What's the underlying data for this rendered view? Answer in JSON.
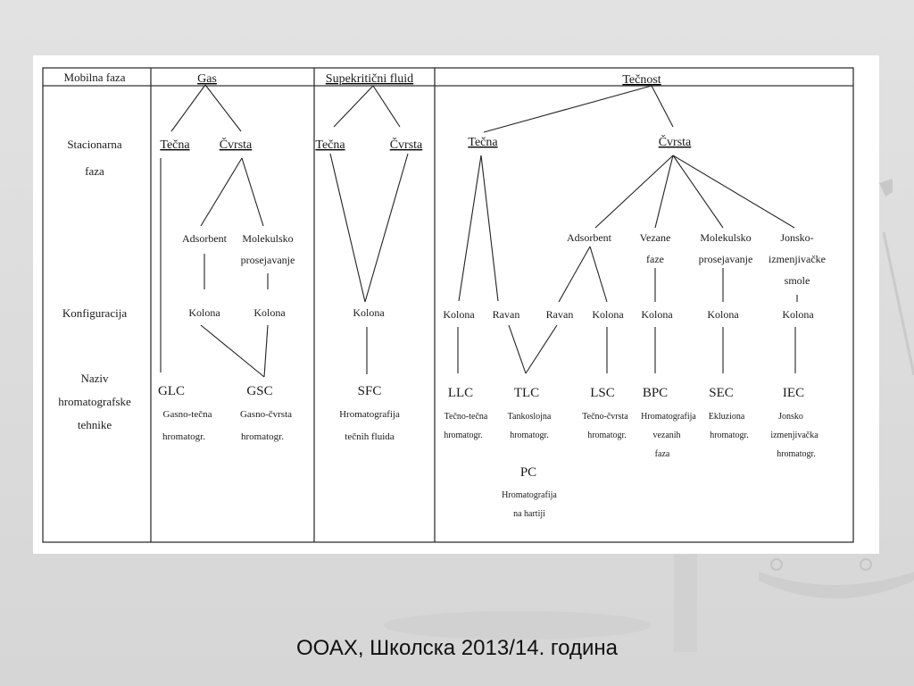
{
  "row_labels": {
    "mobile_phase": "Mobilna faza",
    "stationary_phase_line1": "Stacionarna",
    "stationary_phase_line2": "faza",
    "configuration": "Konfiguracija",
    "technique_line1": "Naziv",
    "technique_line2": "hromatografske",
    "technique_line3": "tehnike"
  },
  "mobile": {
    "gas": "Gas",
    "supercritical": "Supekritični fluid",
    "liquid": "Tečnost"
  },
  "stationary": {
    "gas_liquid": "Tečna",
    "gas_solid": "Čvrsta",
    "sf_liquid": "Tečna",
    "sf_solid": "Čvrsta",
    "liq_liquid": "Tečna",
    "liq_solid": "Čvrsta"
  },
  "sub": {
    "gas_adsorbent": "Adsorbent",
    "gas_molsieve_1": "Molekulsko",
    "gas_molsieve_2": "prosejavanje",
    "liq_adsorbent": "Adsorbent",
    "bonded_1": "Vezane",
    "bonded_2": "faze",
    "liq_molsieve_1": "Molekulsko",
    "liq_molsieve_2": "prosejavanje",
    "ionex_1": "Jonsko-",
    "ionex_2": "izmenjivačke",
    "ionex_3": "smole"
  },
  "config": {
    "gas_col1": "Kolona",
    "gas_col2": "Kolona",
    "sf_col": "Kolona",
    "ll_col": "Kolona",
    "ll_plane": "Ravan",
    "ads_plane": "Ravan",
    "ads_col": "Kolona",
    "bonded_col": "Kolona",
    "sec_col": "Kolona",
    "iec_col": "Kolona"
  },
  "techniques": {
    "glc": {
      "abbr": "GLC",
      "desc1": "Gasno-tečna",
      "desc2": "hromatogr."
    },
    "gsc": {
      "abbr": "GSC",
      "desc1": "Gasno-čvrsta",
      "desc2": "hromatogr."
    },
    "sfc": {
      "abbr": "SFC",
      "desc1": "Hromatografija",
      "desc2": "tečnih fluida"
    },
    "llc": {
      "abbr": "LLC",
      "desc1": "Tečno-tečna",
      "desc2": "hromatogr."
    },
    "tlc": {
      "abbr": "TLC",
      "desc1": "Tankoslojna",
      "desc2": "hromatogr."
    },
    "lsc": {
      "abbr": "LSC",
      "desc1": "Tečno-čvrsta",
      "desc2": "hromatogr."
    },
    "bpc": {
      "abbr": "BPC",
      "desc1": "Hromatografija",
      "desc2": "vezanih",
      "desc3": "faza"
    },
    "sec": {
      "abbr": "SEC",
      "desc1": "Ekluziona",
      "desc2": "hromatogr."
    },
    "iec": {
      "abbr": "IEC",
      "desc1": "Jonsko",
      "desc2": "izmenjivačka",
      "desc3": "hromatogr."
    },
    "pc": {
      "abbr": "PC",
      "desc1": "Hromatografija",
      "desc2": "na hartiji"
    }
  },
  "footer": "ООАХ, Школска 2013/14. година"
}
